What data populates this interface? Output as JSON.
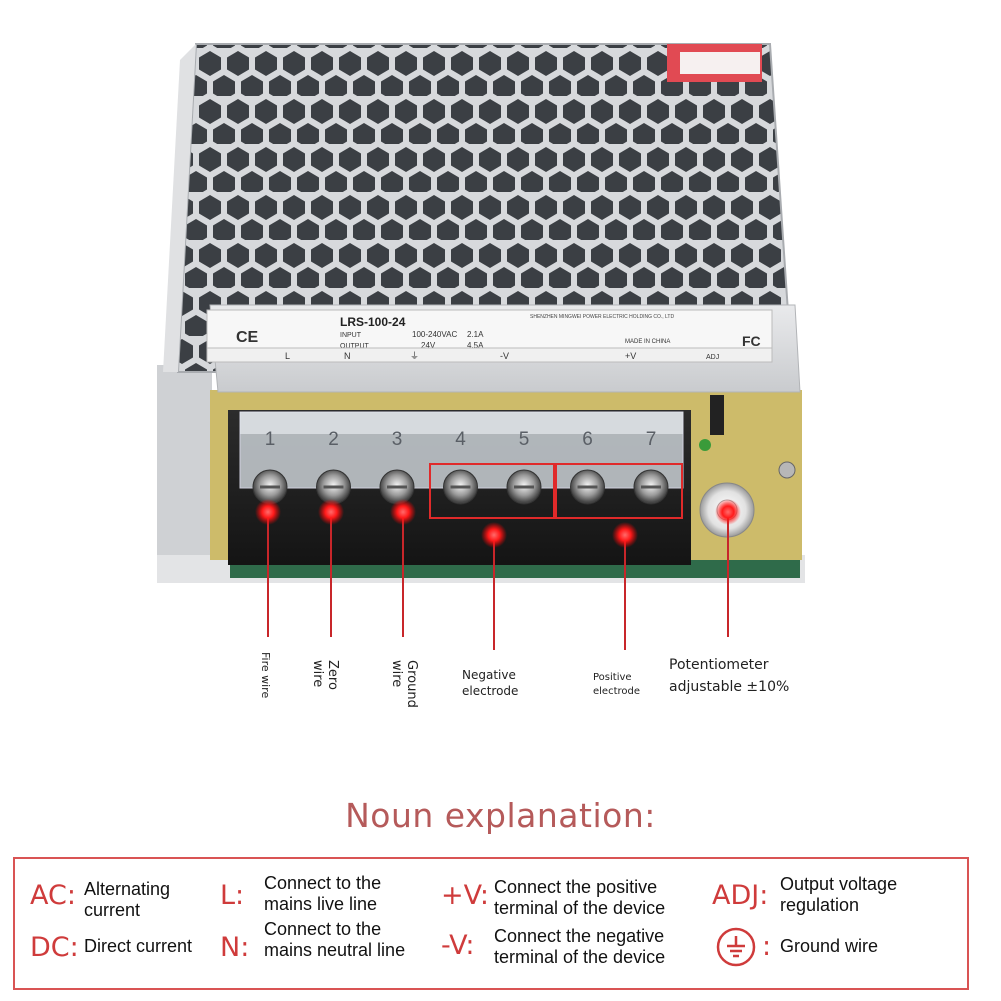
{
  "product": {
    "model": "LRS-100-24",
    "manufacturer": "SHENZHEN MINGWEI POWER ELECTRIC HOLDING CO., LTD",
    "input_label": "INPUT",
    "input_value": "100-240VAC",
    "input_current": "2.1A",
    "output_label": "OUTPUT",
    "output_value": "24V",
    "output_current": "4.5A",
    "made_in": "MADE IN CHINA",
    "ce_mark": "CE",
    "fc_mark": "FC",
    "adj_mark": "ADJ",
    "terminal_marks": [
      "L",
      "N",
      "⏚",
      "-V",
      "+V"
    ],
    "terminal_numbers": [
      "1",
      "2",
      "3",
      "4",
      "5",
      "6",
      "7"
    ]
  },
  "callouts": {
    "fire_wire": "Fire wire",
    "zero_wire": "Zero wire",
    "ground_wire": "Ground wire",
    "negative_electrode": "Negative electrode",
    "positive_electrode": "Positive electrode",
    "potentiometer_line1": "Potentiometer",
    "potentiometer_line2": "adjustable ±10%"
  },
  "legend": {
    "title": "Noun explanation:",
    "items": [
      {
        "symbol": "AC:",
        "line1": "Alternating",
        "line2": "current"
      },
      {
        "symbol": "DC:",
        "line1": "Direct current",
        "line2": ""
      },
      {
        "symbol": "L:",
        "line1": "Connect to the",
        "line2": "mains live line"
      },
      {
        "symbol": "N:",
        "line1": "Connect to the",
        "line2": "mains neutral line"
      },
      {
        "symbol": "+V:",
        "line1": "Connect the positive",
        "line2": "terminal of the device"
      },
      {
        "symbol": "-V:",
        "line1": "Connect the negative",
        "line2": "terminal of the device"
      },
      {
        "symbol": "ADJ:",
        "line1": "Output voltage",
        "line2": "regulation"
      },
      {
        "symbol": ":",
        "line1": "Ground wire",
        "line2": ""
      }
    ]
  },
  "colors": {
    "accent_red": "#cf3b3b",
    "title_red": "#b55a5a",
    "box_red": "#d95454",
    "callout_line": "#c8262a"
  },
  "icons": [
    "ground-symbol-icon"
  ]
}
